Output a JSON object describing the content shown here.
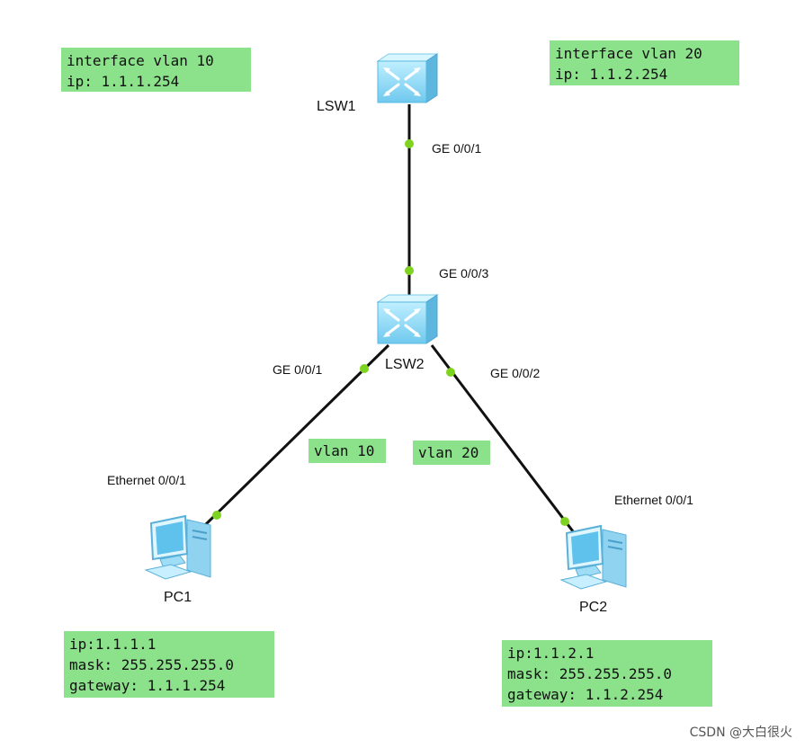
{
  "notes": {
    "lsw1_vlan10": {
      "line1": "interface vlan 10",
      "line2": "ip: 1.1.1.254"
    },
    "lsw1_vlan20": {
      "line1": "interface vlan 20",
      "line2": "ip: 1.1.2.254"
    },
    "vlan10": "vlan 10",
    "vlan20": "vlan 20",
    "pc1": {
      "line1": "ip:1.1.1.1",
      "line2": "mask: 255.255.255.0",
      "line3": "gateway: 1.1.1.254"
    },
    "pc2": {
      "line1": "ip:1.1.2.1",
      "line2": "mask: 255.255.255.0",
      "line3": "gateway: 1.1.2.254"
    }
  },
  "devices": {
    "lsw1": "LSW1",
    "lsw2": "LSW2",
    "pc1": "PC1",
    "pc2": "PC2"
  },
  "ports": {
    "lsw1_down": "GE 0/0/1",
    "lsw2_up": "GE 0/0/3",
    "lsw2_left": "GE 0/0/1",
    "lsw2_right": "GE 0/0/2",
    "pc1_eth": "Ethernet 0/0/1",
    "pc2_eth": "Ethernet 0/0/1"
  },
  "icons": {
    "switch": "layer3-switch-icon",
    "pc": "pc-icon"
  },
  "colors": {
    "note_bg": "#8be28b",
    "port_dot": "#7ed321",
    "link": "#111111"
  },
  "watermark": "CSDN @大白很火"
}
